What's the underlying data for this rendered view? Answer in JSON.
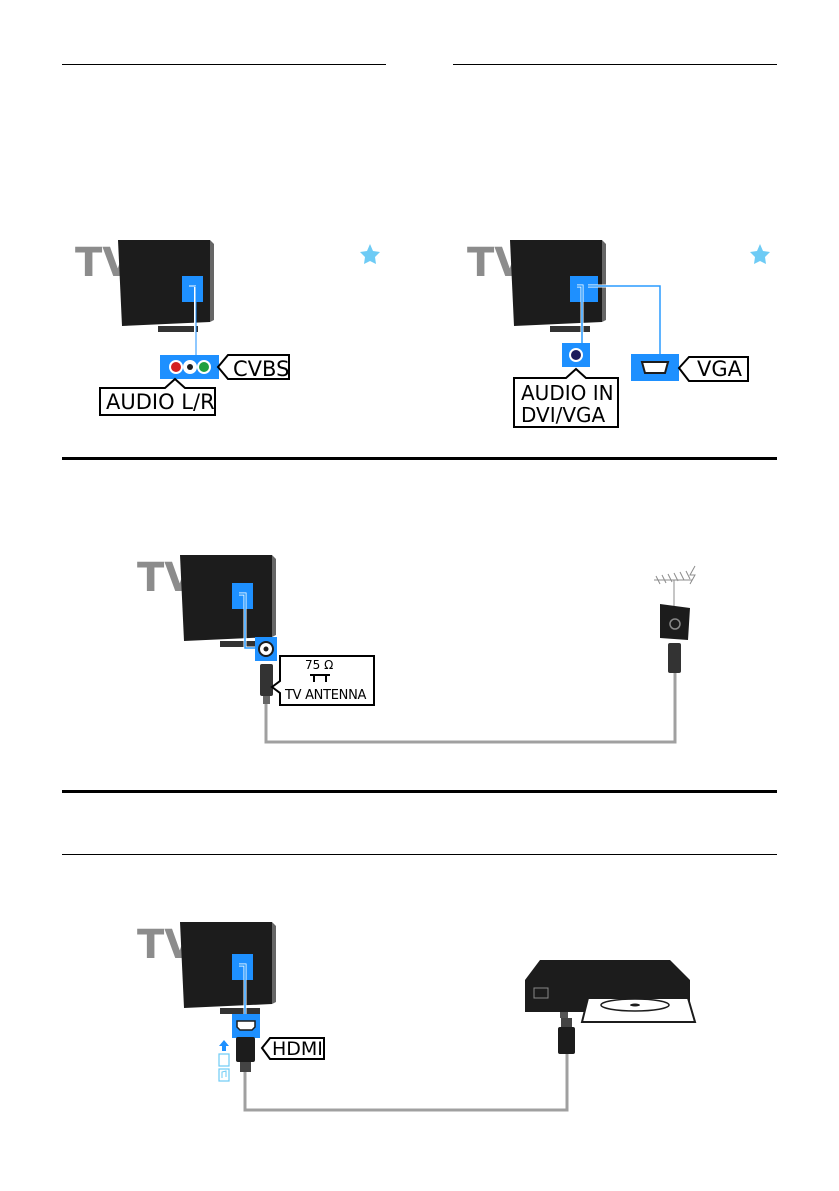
{
  "tv_word": "TV",
  "labels": {
    "cvbs": "CVBS",
    "audio_lr": "AUDIO L/R",
    "vga": "VGA",
    "audio_in_line1": "AUDIO IN",
    "audio_in_line2": "DVI/VGA",
    "antenna_ohm": "75 Ω",
    "antenna_text": "TV ANTENNA",
    "hdmi": "HDMI"
  },
  "icons": [
    "tv-icon",
    "star-icon",
    "antenna-icon",
    "disc-player-icon",
    "arrow-up-icon",
    "music-note-icon"
  ],
  "colors": {
    "port_blue": "#1e90ff",
    "cable_blue": "#2a9bff",
    "star_blue": "#6ecbf5",
    "cable_gray": "#a0a0a0",
    "tv_gray": "#8c8c8c"
  }
}
